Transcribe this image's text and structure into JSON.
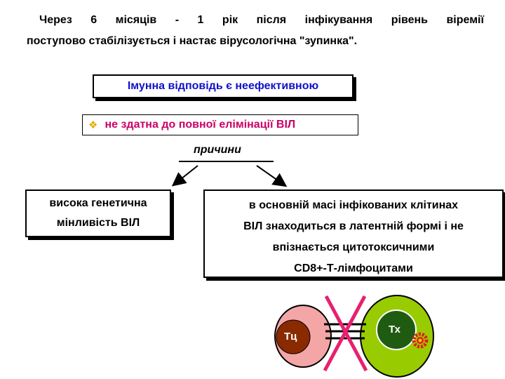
{
  "intro": {
    "line1": "Через 6 місяців - 1 рік після інфікування рівень віремії",
    "line2": "поступово стабілізується і настає вірусологічна \"зупинка\"."
  },
  "immune_box": {
    "text": "Імунна відповідь є неефективною"
  },
  "elimination": {
    "bullet": "❖",
    "text": "не здатна до повної елімінації ВІЛ"
  },
  "reasons_label": "причини",
  "reason_left": {
    "lines": [
      "висока генетична",
      "мінливість ВІЛ"
    ]
  },
  "reason_right": {
    "lines": [
      "в основній масі інфікованих клітинах",
      "ВІЛ знаходиться в латентній формі і не",
      "впізнається  цитотоксичними",
      "CD8+-Т-лімфоцитами"
    ]
  },
  "cells": {
    "left_label": "Тц",
    "right_label": "Тх"
  },
  "colors": {
    "immune_text": "#1111cc",
    "elimination_text": "#cc0066",
    "bullet": "#e6a800",
    "cross": "#e8206e",
    "tc_outer": "#f4a6a6",
    "tc_nucleus": "#8a2a00",
    "th_outer": "#99cc00",
    "th_nucleus": "#1f5c12",
    "gear": "#e61a1a"
  }
}
